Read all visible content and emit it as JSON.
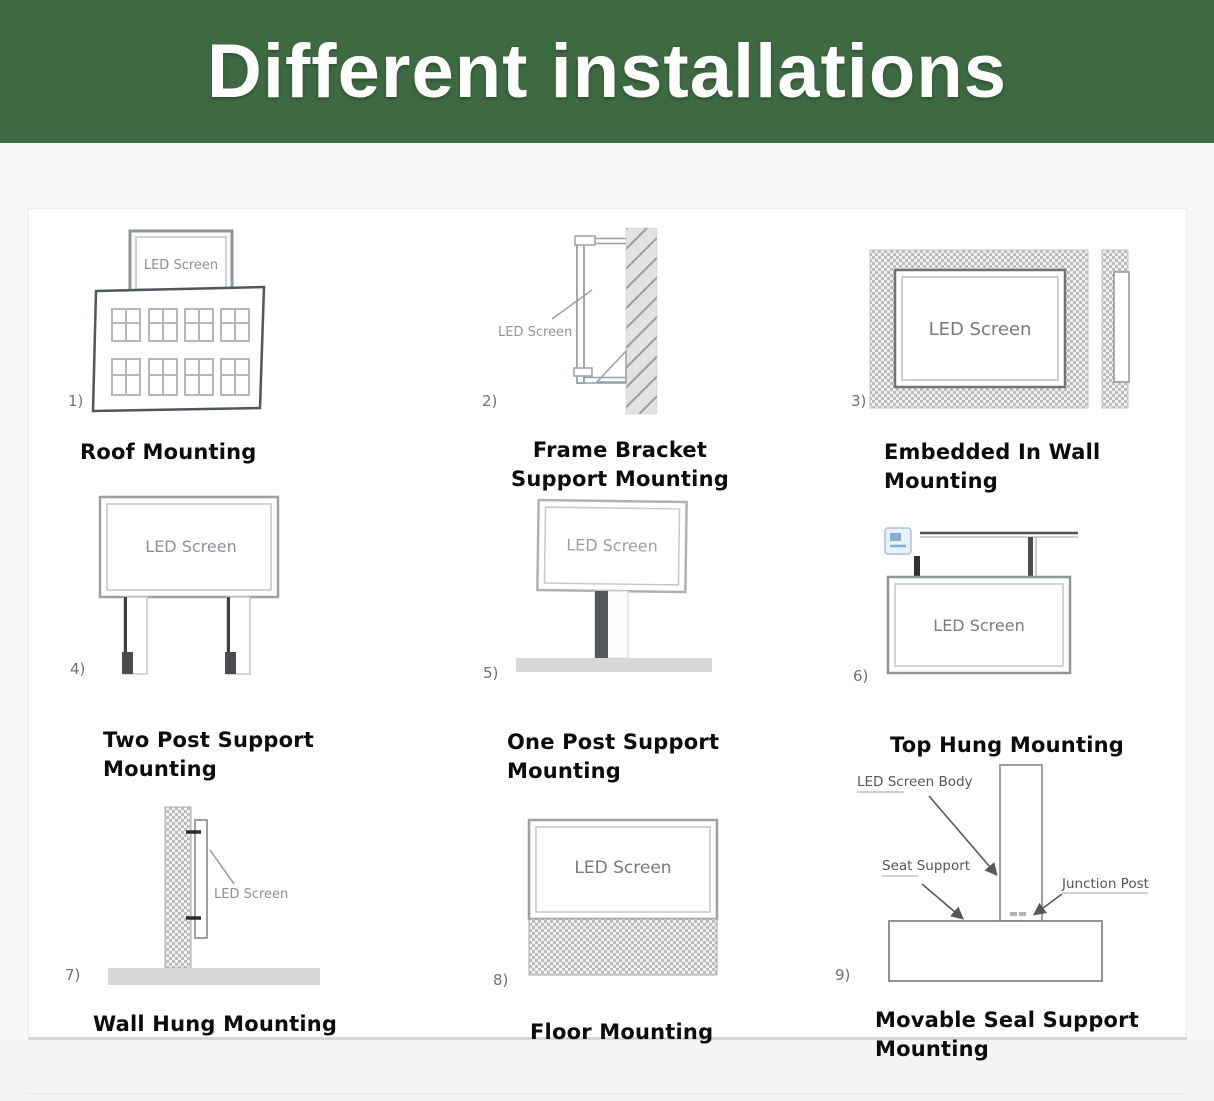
{
  "header": {
    "title": "Different installations",
    "bg_color": "#3d6a41",
    "text_color": "#ffffff"
  },
  "diagrams": {
    "roof": {
      "number": "1)",
      "caption": [
        "Roof Mounting"
      ],
      "screen_label": "LED Screen"
    },
    "frame_bracket": {
      "number": "2)",
      "caption": [
        "Frame Bracket",
        "Support Mounting"
      ],
      "screen_label": "LED Screen"
    },
    "embedded": {
      "number": "3)",
      "caption": [
        "Embedded In Wall",
        "Mounting"
      ],
      "screen_label": "LED Screen"
    },
    "two_post": {
      "number": "4)",
      "caption": [
        "Two Post Support",
        "Mounting"
      ],
      "screen_label": "LED Screen"
    },
    "one_post": {
      "number": "5)",
      "caption": [
        "One Post Support",
        "Mounting"
      ],
      "screen_label": "LED Screen"
    },
    "top_hung": {
      "number": "6)",
      "caption": [
        "Top Hung Mounting"
      ],
      "screen_label": "LED Screen"
    },
    "wall_hung": {
      "number": "7)",
      "caption": [
        "Wall Hung Mounting"
      ],
      "screen_label": "LED Screen"
    },
    "floor": {
      "number": "8)",
      "caption": [
        "Floor Mounting"
      ],
      "screen_label": "LED Screen"
    },
    "movable_seal": {
      "number": "9)",
      "caption": [
        "Movable Seal Support",
        "Mounting"
      ],
      "body_label": "LED Screen Body",
      "seat_label": "Seat Support",
      "junction_label": "Junction Post"
    }
  }
}
